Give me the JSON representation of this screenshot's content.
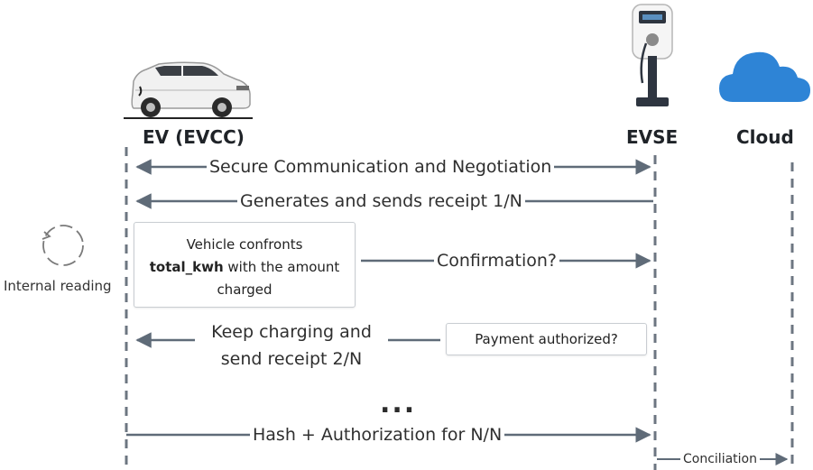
{
  "actors": {
    "ev": "EV (EVCC)",
    "evse": "EVSE",
    "cloud": "Cloud"
  },
  "messages": {
    "m1": "Secure Communication and Negotiation",
    "m2": "Generates and sends receipt 1/N",
    "m3": "Confirmation?",
    "m4_line1": "Keep charging and",
    "m4_line2": "send receipt 2/N",
    "m5": "...",
    "m6": "Hash + Authorization for N/N",
    "m7": "Conciliation"
  },
  "notes": {
    "vehicle_pre": "Vehicle confronts",
    "vehicle_bold": "total_kwh",
    "vehicle_post": " with the amount",
    "vehicle_line3": "charged",
    "payment": "Payment authorized?"
  },
  "side": {
    "internal_reading": "Internal reading"
  },
  "icons": [
    "car-icon",
    "charging-station-icon",
    "cloud-icon",
    "refresh-icon"
  ],
  "colors": {
    "line": "#5f6b78",
    "cloud": "#2e84d6",
    "car_body": "#f1f1f1"
  }
}
